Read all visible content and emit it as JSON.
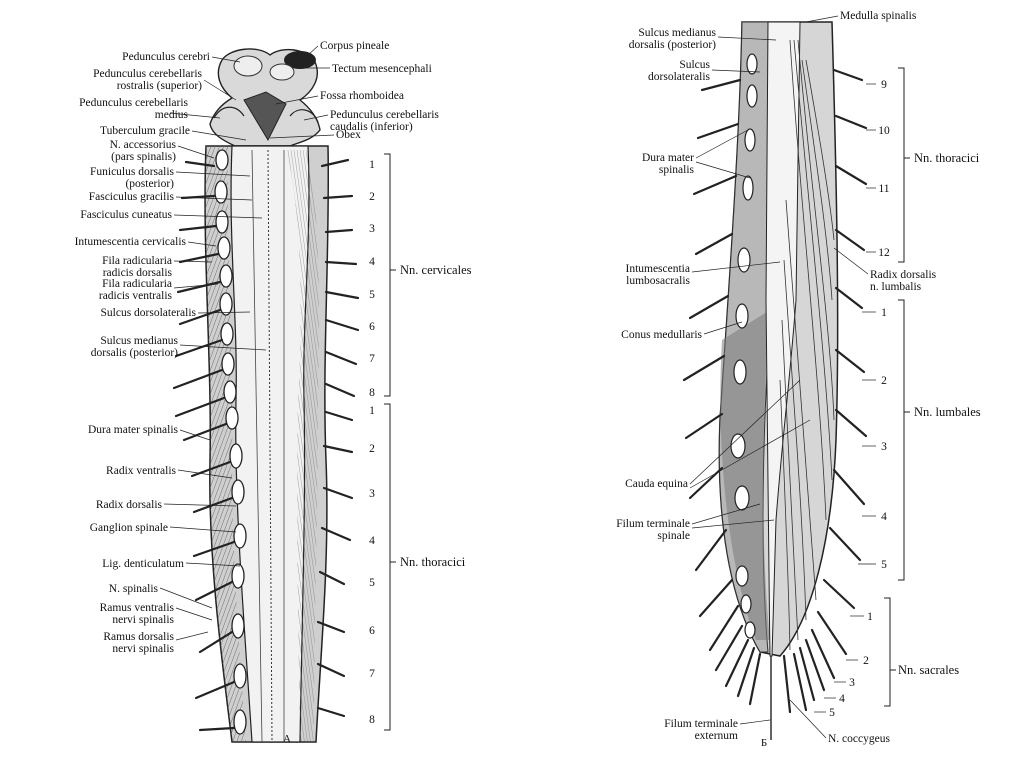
{
  "panelA": {
    "letter": "A",
    "labels": [
      {
        "id": "pedunculus-cerebri",
        "lines": [
          "Pedunculus cerebri"
        ]
      },
      {
        "id": "pedunculus-cerebellaris-rostralis",
        "lines": [
          "Pedunculus cerebellaris",
          "rostralis (superior)"
        ]
      },
      {
        "id": "pedunculus-cerebellaris-medius",
        "lines": [
          "Pedunculus cerebellaris",
          "medius"
        ]
      },
      {
        "id": "tuberculum-gracile",
        "lines": [
          "Tuberculum gracile"
        ]
      },
      {
        "id": "n-accessorius",
        "lines": [
          "N. accessorius",
          "(pars spinalis)"
        ]
      },
      {
        "id": "funiculus-dorsalis",
        "lines": [
          "Funiculus dorsalis",
          "(posterior)"
        ]
      },
      {
        "id": "fasciculus-gracilis",
        "lines": [
          "Fasciculus gracilis"
        ]
      },
      {
        "id": "fasciculus-cuneatus",
        "lines": [
          "Fasciculus cuneatus"
        ]
      },
      {
        "id": "intumescentia-cervicalis",
        "lines": [
          "Intumescentia cervicalis"
        ]
      },
      {
        "id": "fila-radicularia-dorsalis",
        "lines": [
          "Fila radicularia",
          "radicis dorsalis"
        ]
      },
      {
        "id": "fila-radicularia-ventralis",
        "lines": [
          "Fila radicularia",
          "radicis ventralis"
        ]
      },
      {
        "id": "sulcus-dorsolateralis-a",
        "lines": [
          "Sulcus dorsolateralis"
        ]
      },
      {
        "id": "sulcus-medianus-a",
        "lines": [
          "Sulcus medianus",
          "dorsalis (posterior)"
        ]
      },
      {
        "id": "dura-mater-a",
        "lines": [
          "Dura mater spinalis"
        ]
      },
      {
        "id": "radix-ventralis",
        "lines": [
          "Radix ventralis"
        ]
      },
      {
        "id": "radix-dorsalis",
        "lines": [
          "Radix dorsalis"
        ]
      },
      {
        "id": "ganglion-spinale",
        "lines": [
          "Ganglion spinale"
        ]
      },
      {
        "id": "lig-denticulatum",
        "lines": [
          "Lig. denticulatum"
        ]
      },
      {
        "id": "n-spinalis",
        "lines": [
          "N. spinalis"
        ]
      },
      {
        "id": "ramus-ventralis",
        "lines": [
          "Ramus ventralis",
          "nervi spinalis"
        ]
      },
      {
        "id": "ramus-dorsalis",
        "lines": [
          "Ramus dorsalis",
          "nervi spinalis"
        ]
      },
      {
        "id": "corpus-pineale",
        "lines": [
          "Corpus pineale"
        ]
      },
      {
        "id": "tectum-mesencephali",
        "lines": [
          "Tectum mesencephali"
        ]
      },
      {
        "id": "fossa-rhomboidea",
        "lines": [
          "Fossa rhomboidea"
        ]
      },
      {
        "id": "pedunculus-cerebellaris-caudalis",
        "lines": [
          "Pedunculus cerebellaris",
          "caudalis (inferior)"
        ]
      },
      {
        "id": "obex",
        "lines": [
          "Obex"
        ]
      }
    ],
    "cervical_numbers": [
      "1",
      "2",
      "3",
      "4",
      "5",
      "6",
      "7",
      "8"
    ],
    "thoracic_numbers": [
      "1",
      "2",
      "3",
      "4",
      "5",
      "6",
      "7",
      "8"
    ],
    "groups": [
      "Nn. cervicales",
      "Nn. thoracici"
    ]
  },
  "panelB": {
    "letter": "Б",
    "labels": [
      {
        "id": "sulcus-medianus-b",
        "lines": [
          "Sulcus medianus",
          "dorsalis (posterior)"
        ]
      },
      {
        "id": "sulcus-dorsolateralis-b",
        "lines": [
          "Sulcus",
          "dorsolateralis"
        ]
      },
      {
        "id": "dura-mater-b",
        "lines": [
          "Dura mater",
          "spinalis"
        ]
      },
      {
        "id": "intumescentia-lumbosacralis",
        "lines": [
          "Intumescentia",
          "lumbosacralis"
        ]
      },
      {
        "id": "conus-medullaris",
        "lines": [
          "Conus medullaris"
        ]
      },
      {
        "id": "cauda-equina",
        "lines": [
          "Cauda equina"
        ]
      },
      {
        "id": "filum-terminale-spinale",
        "lines": [
          "Filum terminale",
          "spinale"
        ]
      },
      {
        "id": "filum-terminale-externum",
        "lines": [
          "Filum terminale",
          "externum"
        ]
      },
      {
        "id": "medulla-spinalis",
        "lines": [
          "Medulla spinalis"
        ]
      },
      {
        "id": "radix-dorsalis-lumbalis",
        "lines": [
          "Radix dorsalis",
          "n. lumbalis"
        ]
      },
      {
        "id": "n-coccygeus",
        "lines": [
          "N. coccygeus"
        ]
      }
    ],
    "thoracic_numbers": [
      "9",
      "10",
      "11",
      "12"
    ],
    "lumbar_numbers": [
      "1",
      "2",
      "3",
      "4",
      "5"
    ],
    "sacral_numbers": [
      "1",
      "2",
      "3",
      "4",
      "5"
    ],
    "groups": [
      "Nn. thoracici",
      "Nn. lumbales",
      "Nn. sacrales"
    ]
  }
}
